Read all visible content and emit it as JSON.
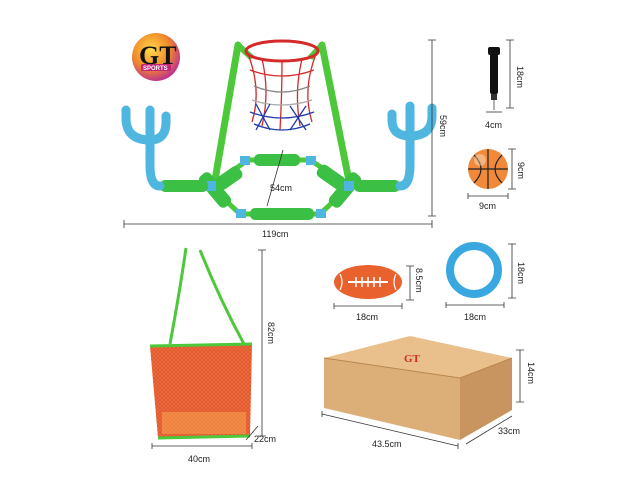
{
  "brand": {
    "logo_text": "GT",
    "logo_sub": "SPORTS"
  },
  "hoop": {
    "height": "59cm",
    "width": "119cm",
    "base_width": "54cm"
  },
  "pump": {
    "height": "18cm",
    "width": "4cm"
  },
  "basketball": {
    "height": "9cm",
    "width": "9cm"
  },
  "football": {
    "height": "8.5cm",
    "width": "18cm"
  },
  "ring": {
    "height": "18cm",
    "width": "18cm"
  },
  "bag": {
    "height": "82cm",
    "width": "40cm",
    "depth": "22cm"
  },
  "box": {
    "height": "14cm",
    "width": "43.5cm",
    "depth": "33cm",
    "logo_text": "GT"
  },
  "colors": {
    "frame_green": "#4cc83a",
    "foam_green": "#3bbf45",
    "hook_blue": "#4fb6e0",
    "ring_blue": "#3aa8e0",
    "bag_orange": "#f06a3c",
    "box_kraft": "#dcae78",
    "football_orange": "#e9612d",
    "net_red": "#d42a2a",
    "net_blue": "#1f3aa8"
  }
}
